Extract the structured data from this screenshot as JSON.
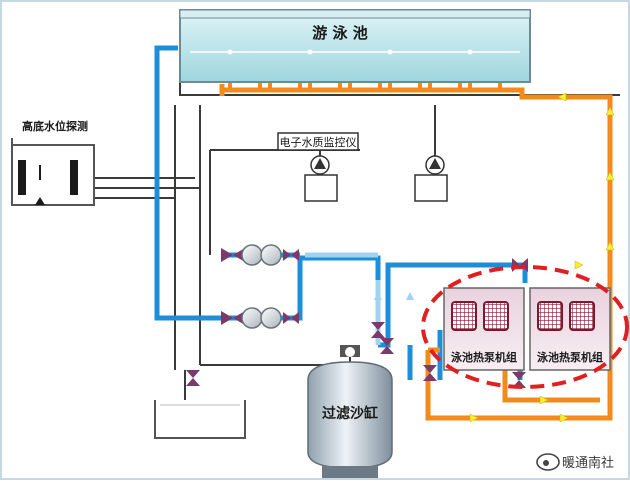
{
  "labels": {
    "pool": "游  泳  池",
    "level_probe": "高底水位探测",
    "water_monitor": "电子水质监控仪",
    "filter": "过滤沙缸",
    "heat_pump_1": "泳池热泵机组",
    "heat_pump_2": "泳池热泵机组",
    "watermark": "暖通南社"
  },
  "colors": {
    "background": "#ffffff",
    "frame": "#c6d8e2",
    "pipe_blue": "#1d8fd8",
    "pipe_light_blue": "#9fd3f0",
    "pipe_orange": "#f28a1c",
    "pipe_thin": "#3a3a3a",
    "flow_arrow": "#f6ee2e",
    "highlight_ring": "#e02020",
    "pool_water": "#b6e4e8",
    "heat_pump_panel": "#f0dce6",
    "filter_body": "#d4dde4"
  },
  "icons": {
    "valve": "butterfly-valve-icon",
    "pump": "circulation-pump-icon",
    "fan": "heat-pump-fan-grille-icon",
    "flow": "flow-direction-arrow-icon",
    "watermark": "weibo-icon"
  }
}
